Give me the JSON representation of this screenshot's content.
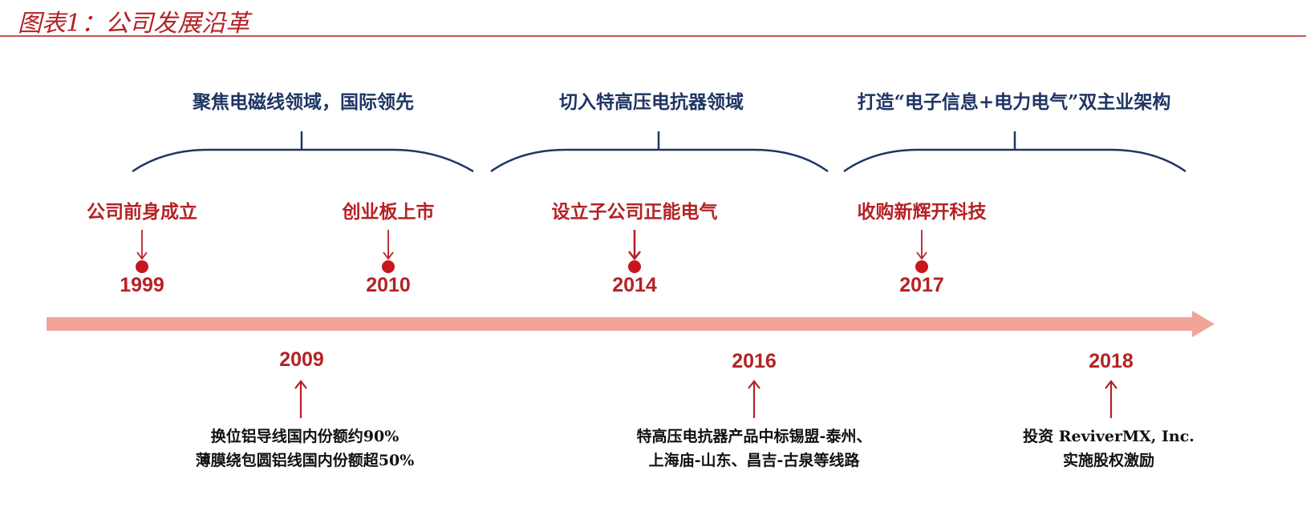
{
  "title": "图表1：公司发展沿革",
  "phases": [
    {
      "label": "聚焦电磁线领域，国际领先"
    },
    {
      "label": "切入特高压电抗器领域"
    },
    {
      "label": "打造“电子信息+电力电气”双主业架构"
    }
  ],
  "upper_events": [
    {
      "year": "1999",
      "label": "公司前身成立"
    },
    {
      "year": "2010",
      "label": "创业板上市"
    },
    {
      "year": "2014",
      "label": "设立子公司正能电气"
    },
    {
      "year": "2017",
      "label": "收购新辉开科技"
    }
  ],
  "lower_events": [
    {
      "year": "2009",
      "lines": [
        "换位铝导线国内份额约90%",
        "薄膜绕包圆铝线国内份额超50%"
      ]
    },
    {
      "year": "2016",
      "lines": [
        "特高压电抗器产品中标锡盟-泰州、",
        "上海庙-山东、昌吉-古泉等线路"
      ]
    },
    {
      "year": "2018",
      "lines": [
        "投资 ReviverMX, Inc.",
        "实施股权激励"
      ]
    }
  ],
  "colors": {
    "title": "#b52125",
    "phase_text": "#1f3564",
    "event_text": "#b52125",
    "timeline": "#f0a596",
    "brace": "#1f3564",
    "dot": "#c8161d"
  }
}
